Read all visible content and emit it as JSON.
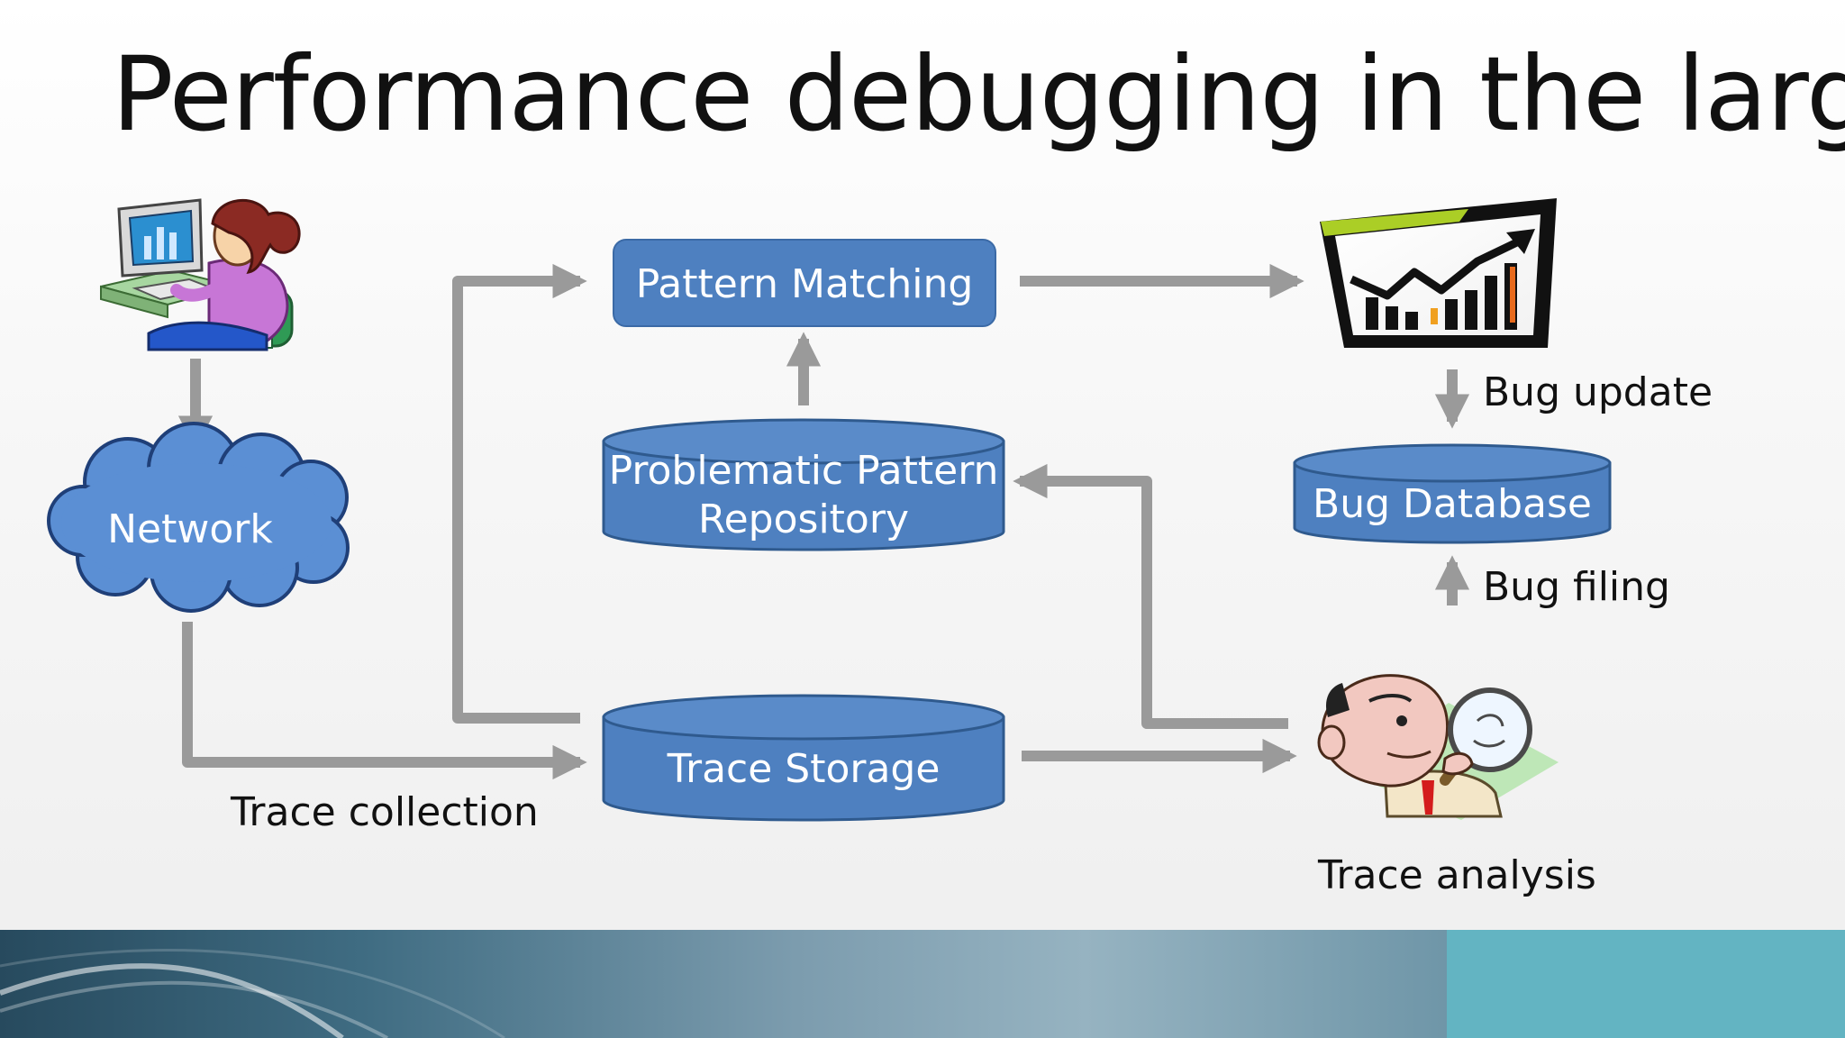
{
  "slide": {
    "title": "Performance debugging in the large"
  },
  "nodes": {
    "user": {
      "icon": "user-at-computer-icon"
    },
    "network": {
      "label": "Network",
      "icon": "cloud-icon"
    },
    "pattern_matching": {
      "label": "Pattern Matching"
    },
    "pattern_repository": {
      "label_line1": "Problematic Pattern",
      "label_line2": "Repository"
    },
    "trace_storage": {
      "label": "Trace Storage"
    },
    "dashboard": {
      "icon": "trend-chart-icon"
    },
    "bug_database": {
      "label": "Bug Database"
    },
    "analyst": {
      "icon": "analyst-with-magnifier-icon"
    }
  },
  "edge_labels": {
    "trace_collection": "Trace collection",
    "bug_update": "Bug update",
    "bug_filing": "Bug filing",
    "trace_analysis": "Trace analysis"
  },
  "colors": {
    "box_fill": "#4e80c0",
    "box_stroke": "#3b6aa6",
    "cloud_fill": "#5b8fd4",
    "arrow": "#9a9a9a",
    "footer_accent": "#63b4c2"
  }
}
